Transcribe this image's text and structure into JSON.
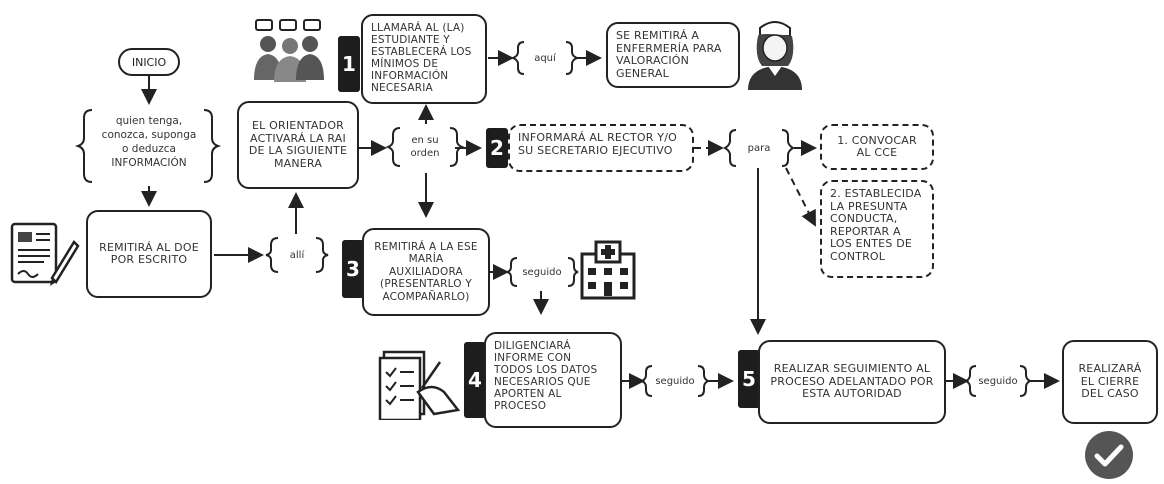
{
  "start": "INICIO",
  "brace_left": [
    "quien tenga,",
    "conozca, suponga",
    "o deduzca",
    "INFORMACIÓN"
  ],
  "box_doe": "REMITIRÁ AL DOE POR ESCRITO",
  "brace_alli": "allí",
  "box_orientador": "EL ORIENTADOR ACTIVARÁ LA RAI DE LA SIGUIENTE MANERA",
  "brace_orden": [
    "en su",
    "orden"
  ],
  "steps": {
    "s1": {
      "num": "1",
      "text": "LLAMARÁ AL (LA) ESTUDIANTE Y ESTABLECERÁ LOS MÍNIMOS DE INFORMACIÓN NECESARIA"
    },
    "s2": {
      "num": "2",
      "text": "INFORMARÁ AL RECTOR Y/O SU SECRETARIO EJECUTIVO"
    },
    "s3": {
      "num": "3",
      "text": "REMITIRÁ A LA ESE MARÍA AUXILIADORA (Presentarlo y acompañarlo)"
    },
    "s4": {
      "num": "4",
      "text": "DILIGENCIARÁ INFORME CON TODOS LOS DATOS NECESARIOS QUE APORTEN AL PROCESO"
    },
    "s5": {
      "num": "5",
      "text": "REALIZAR SEGUIMIENTO AL PROCESO ADELANTADO POR ESTA AUTORIDAD"
    }
  },
  "brace_aqui": "aquí",
  "box_enfermeria": "SE REMITIRÁ A ENFERMERÍA PARA VALORACIÓN GENERAL",
  "brace_para": "para",
  "box_cce": "1. CONVOCAR AL CCE",
  "box_conducta": "2. ESTABLECIDA LA PRESUNTA CONDUCTA, REPORTAR A LOS ENTES DE CONTROL",
  "brace_seguido_3": "seguido",
  "brace_seguido_4": "seguido",
  "brace_seguido_5": "seguido",
  "box_cierre": "REALIZARÁ EL CIERRE DEL CASO",
  "icons": [
    "students-icon",
    "nurse-icon",
    "document-sign-icon",
    "hospital-icon",
    "report-form-icon",
    "check-circle-icon"
  ]
}
